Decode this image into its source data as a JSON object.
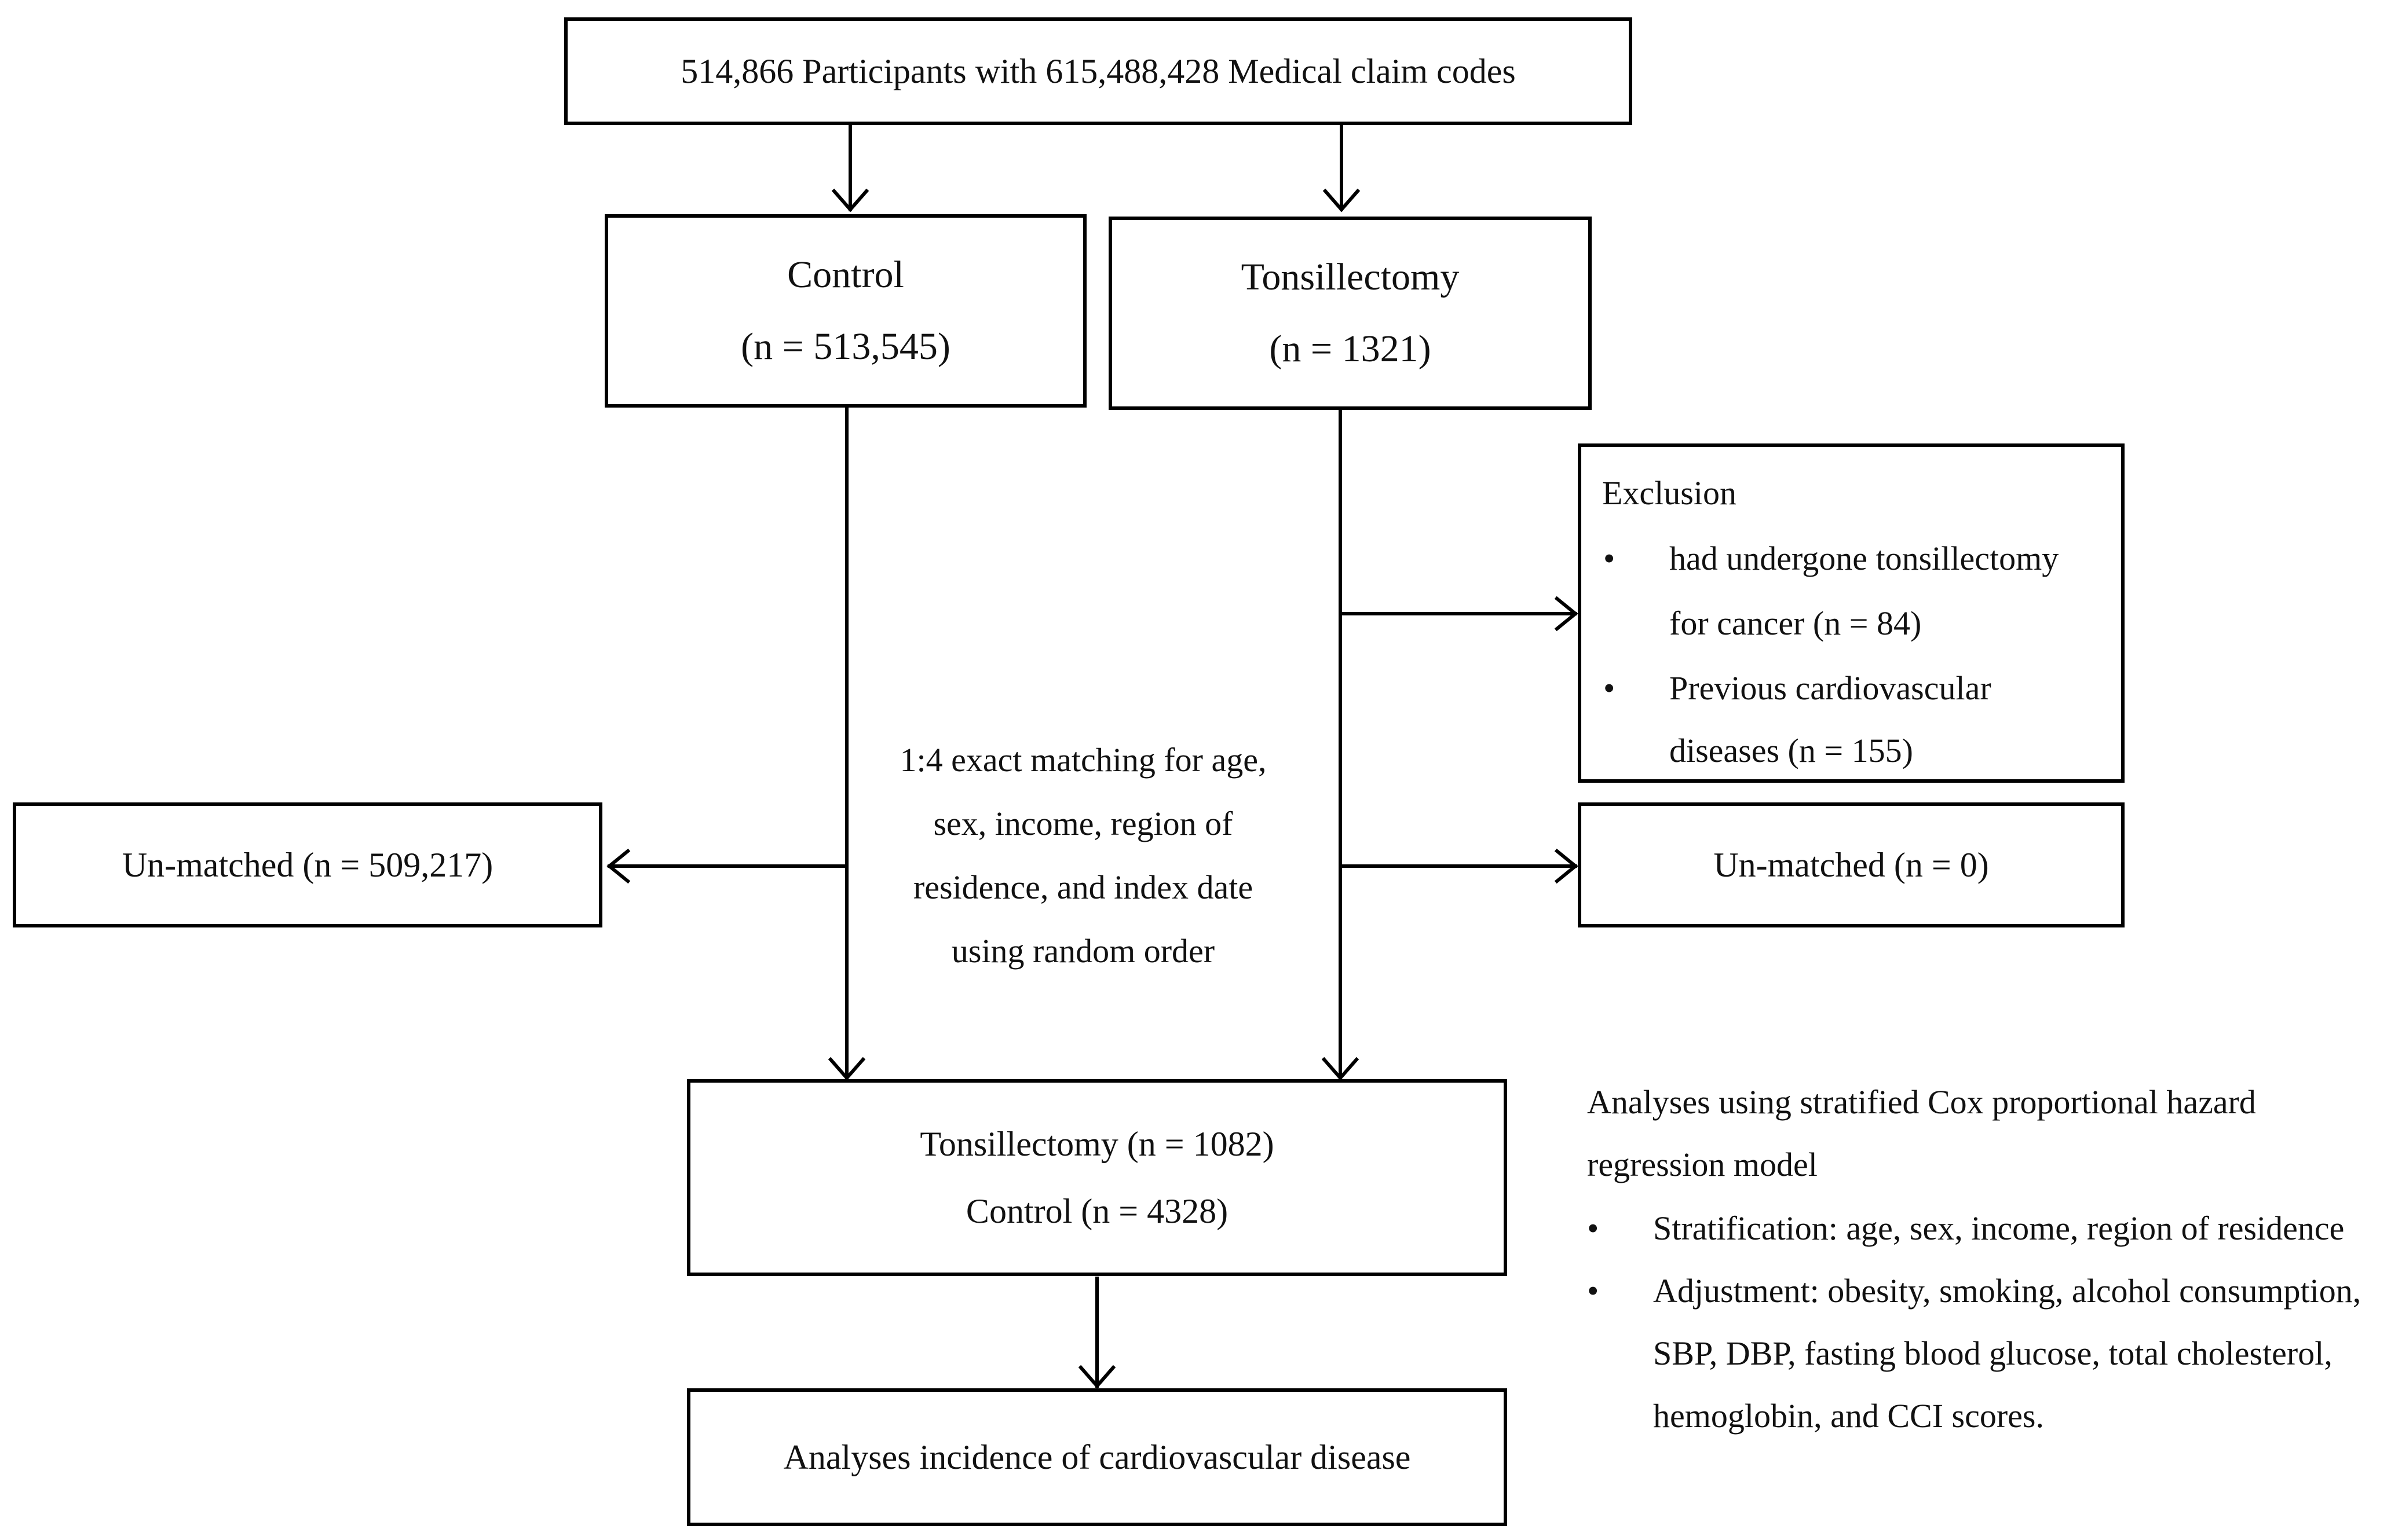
{
  "top": {
    "text": "514,866 Participants with  615,488,428 Medical claim codes"
  },
  "control": {
    "label": "Control",
    "n": "(n = 513,545)"
  },
  "tonsillectomy": {
    "label": "Tonsillectomy",
    "n": "(n = 1321)"
  },
  "exclusion": {
    "title": "Exclusion",
    "bullet": "•",
    "items": [
      {
        "line1": "had undergone tonsillectomy",
        "line2": "for cancer  (n = 84)"
      },
      {
        "line1": "Previous cardiovascular",
        "line2": "diseases (n = 155)"
      }
    ]
  },
  "unmatched_left": {
    "text": "Un-matched (n = 509,217)"
  },
  "unmatched_right": {
    "text": "Un-matched (n = 0)"
  },
  "matching_note": {
    "lines": [
      "1:4 exact matching for age,",
      "sex, income, region of",
      "residence, and index date",
      "using random order"
    ]
  },
  "matched": {
    "line1": "Tonsillectomy (n = 1082)",
    "line2": "Control (n = 4328)"
  },
  "outcome": {
    "text": "Analyses incidence of cardiovascular disease"
  },
  "analysis_note": {
    "line1": "Analyses using stratified Cox proportional hazard",
    "line2": "regression model",
    "bullet": "•",
    "stratification": "Stratification: age, sex, income, region of residence",
    "adjustment_1": "Adjustment: obesity, smoking, alcohol consumption,",
    "adjustment_2": "SBP, DBP, fasting blood glucose, total cholesterol,",
    "adjustment_3": "hemoglobin, and CCI scores."
  }
}
